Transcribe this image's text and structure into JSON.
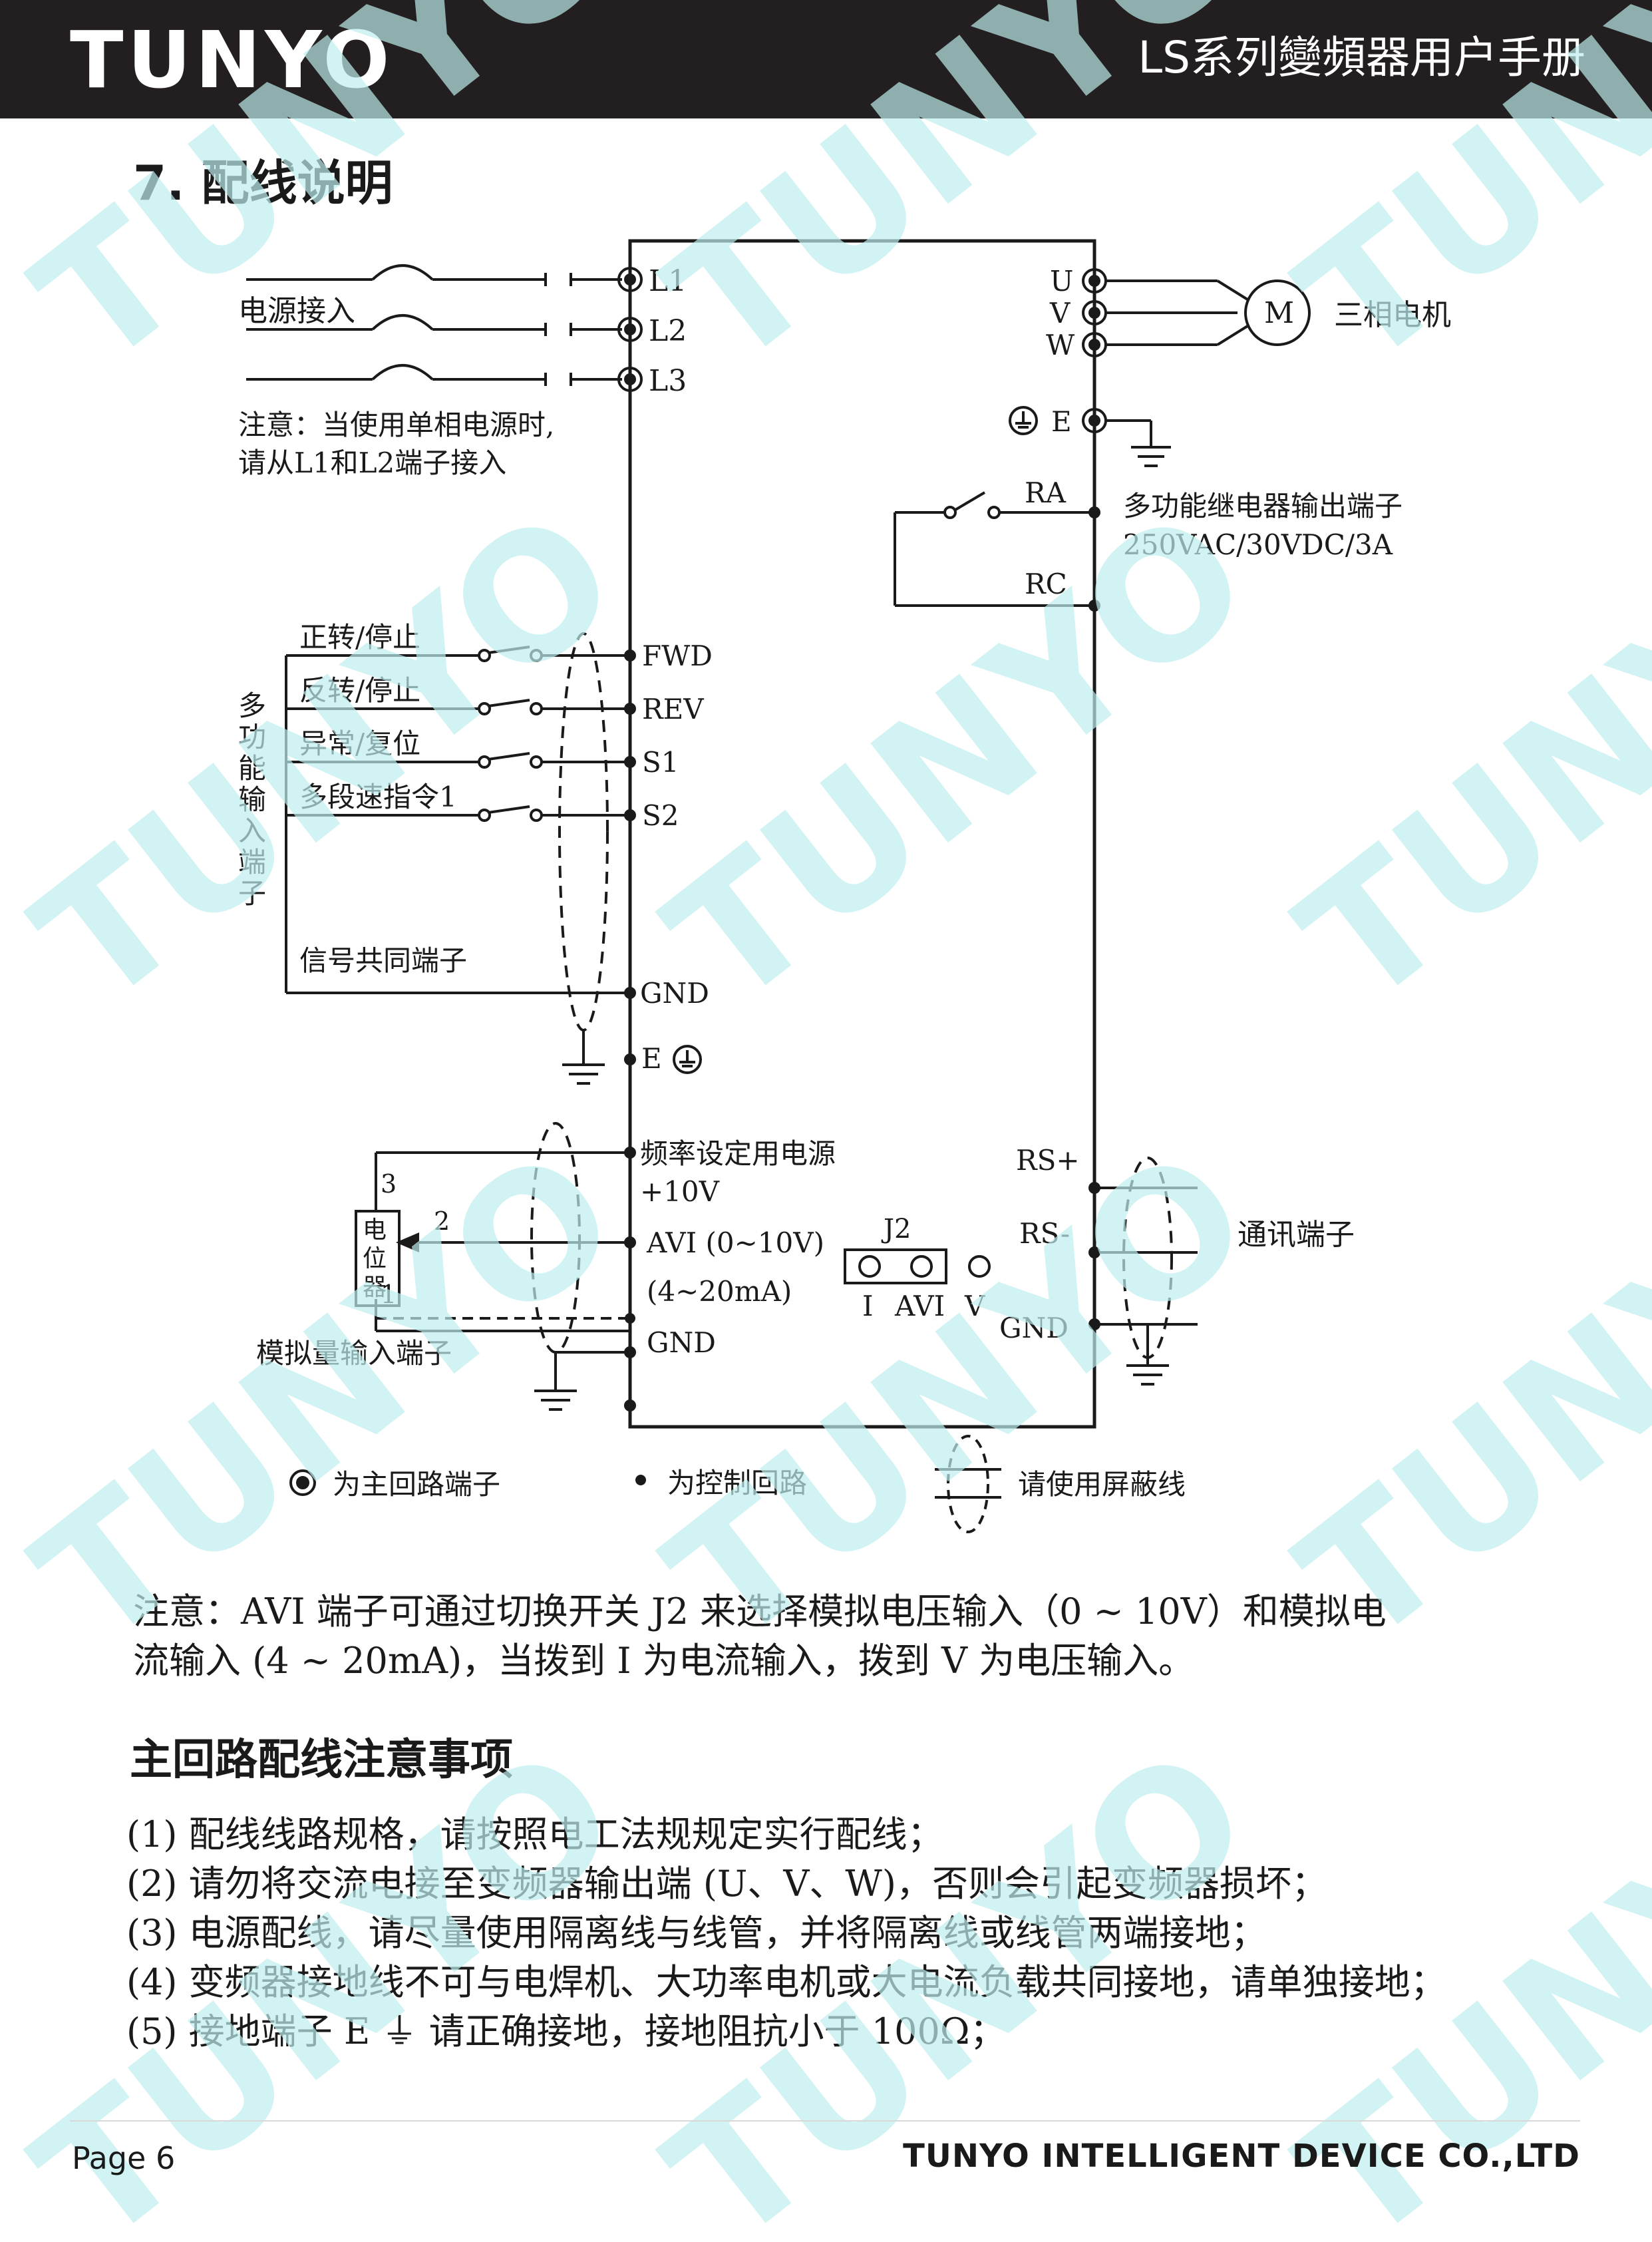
{
  "header": {
    "brand": "TUNYO",
    "manual_title": "LS系列變頻器用户手册"
  },
  "section_title": "7. 配线说明",
  "diagram": {
    "power": {
      "label": "电源接入",
      "terminals": [
        "L1",
        "L2",
        "L3"
      ],
      "note_line1": "注意：当使用单相电源时,",
      "note_line2": "请从L1和L2端子接入"
    },
    "motor": {
      "terminals": [
        "U",
        "V",
        "W"
      ],
      "symbol": "M",
      "label": "三相电机"
    },
    "ground_terminal": "E",
    "relay": {
      "terminal_a": "RA",
      "terminal_c": "RC",
      "label_line1": "多功能继电器输出端子",
      "label_line2": "250VAC/30VDC/3A"
    },
    "inputs": {
      "group_label": [
        "多",
        "功",
        "能",
        "输",
        "入",
        "端",
        "子"
      ],
      "items": [
        {
          "label": "正转/停止",
          "terminal": "FWD"
        },
        {
          "label": "反转/停止",
          "terminal": "REV"
        },
        {
          "label": "异常/复位",
          "terminal": "S1"
        },
        {
          "label": "多段速指令1",
          "terminal": "S2"
        }
      ],
      "common_label": "信号共同端子",
      "common_terminal": "GND",
      "earth_terminal": "E"
    },
    "analog": {
      "supply_label": "频率设定用电源",
      "supply_value": "+10V",
      "avi_label": "AVI (0~10V)",
      "current_label": "(4~20mA)",
      "gnd_label": "GND",
      "pot_chars": [
        "电",
        "位",
        "器"
      ],
      "pot_pins": [
        "3",
        "2",
        "1"
      ],
      "group_label": "模拟量输入端子"
    },
    "j2": {
      "label": "J2",
      "positions": [
        "I",
        "AVI",
        "V"
      ]
    },
    "comm": {
      "terminals": [
        "RS+",
        "RS-",
        "GND"
      ],
      "label": "通讯端子"
    },
    "legend": {
      "main_circuit": "为主回路端子",
      "control_circuit": "为控制回路",
      "shielded": "请使用屏蔽线"
    }
  },
  "note_line1": "注意：AVI 端子可通过切换开关 J2 来选择模拟电压输入（0 ~ 10V）和模拟电",
  "note_line2": "流输入 (4 ~ 20mA)，当拨到 I 为电流输入，拨到 V 为电压输入。",
  "subsection_title": "主回路配线注意事项",
  "rules": [
    "(1) 配线线路规格，请按照电工法规规定实行配线；",
    "(2) 请勿将交流电接至变频器输出端 (U、V、W)，否则会引起变频器损坏；",
    "(3) 电源配线，请尽量使用隔离线与线管，并将隔离线或线管两端接地；",
    "(4) 变频器接地线不可与电焊机、大功率电机或大电流负载共同接地，请单独接地；",
    "(5) 接地端子 E ⏚ 请正确接地，接地阻抗小于 100Ω；"
  ],
  "watermark": "TUNYO",
  "watermark_color": "#bfeeee",
  "footer": {
    "page": "Page 6",
    "company": "TUNYO INTELLIGENT DEVICE CO.,LTD"
  }
}
